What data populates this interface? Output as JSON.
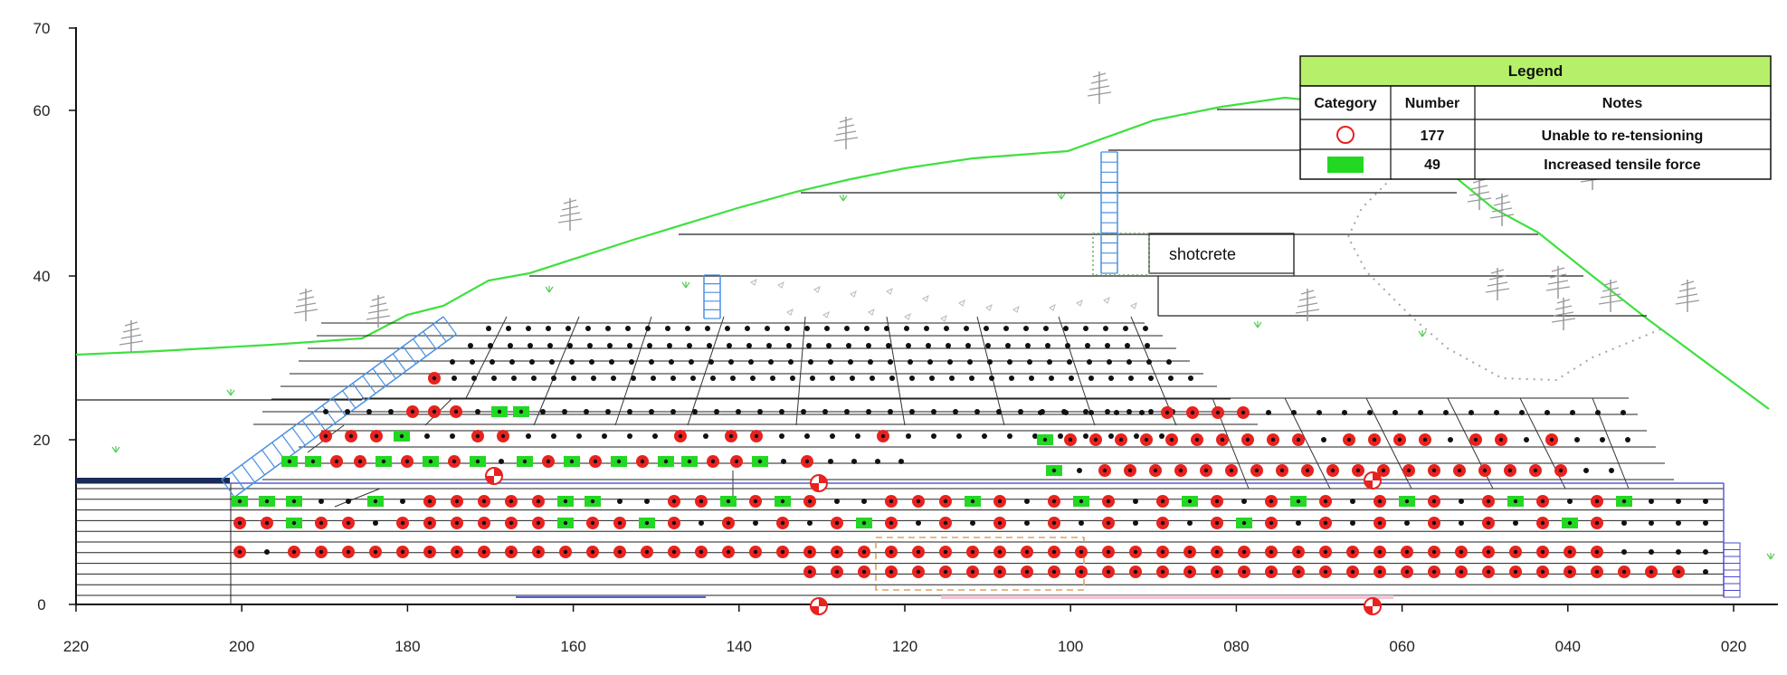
{
  "axes": {
    "x_ticks": [
      "220",
      "200",
      "180",
      "160",
      "140",
      "120",
      "100",
      "080",
      "060",
      "040",
      "020"
    ],
    "y_ticks": [
      "0",
      "20",
      "40",
      "60",
      "70"
    ]
  },
  "labels": {
    "shotcrete": "shotcrete"
  },
  "legend": {
    "title": "Legend",
    "headers": [
      "Category",
      "Number",
      "Notes"
    ],
    "rows": [
      {
        "symbol": "red-circle",
        "number": "177",
        "note": "Unable to re-tensioning"
      },
      {
        "symbol": "green-box",
        "number": "49",
        "note": "Increased tensile force"
      }
    ]
  },
  "colors": {
    "ground_line": "#3ee03e",
    "tension_fail": "#e8221f",
    "increased_force": "#22d822",
    "ladder": "#4a90e2",
    "legend_header_bg": "#b6f06a"
  },
  "icons": [
    "tree-icon",
    "grass-icon",
    "borehole-icon"
  ]
}
